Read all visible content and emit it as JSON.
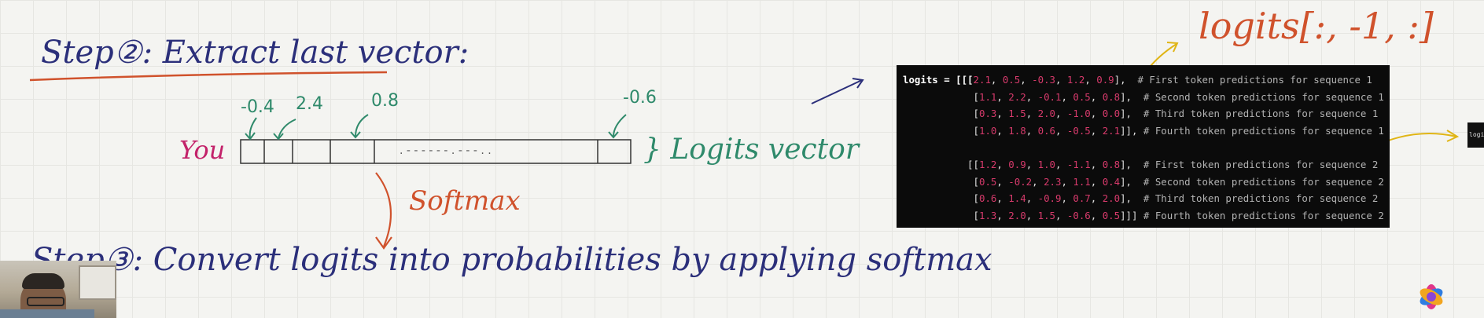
{
  "whiteboard": {
    "step2_heading": "Step②: Extract last vector:",
    "step3_heading": "Step③: Convert logits into probabilities by applying softmax",
    "token_label": "You",
    "logits_vector_label": "} Logits vector",
    "softmax_label": "Softmax",
    "logits_index_label": "logits[:, -1, :]",
    "vector_values": [
      "-0.4",
      "2.4",
      "0.8",
      "-0.6"
    ],
    "vector_dots": ". - - - - - - . - - - . ."
  },
  "code_panel": {
    "side_chip_text": "logi",
    "lines": [
      {
        "prefix": "logits = [[[",
        "nums": [
          "2.1",
          "0.5",
          "-0.3",
          "1.2",
          "0.9"
        ],
        "suffix": "],  ",
        "comment": "# First token predictions for sequence 1"
      },
      {
        "prefix": "            [",
        "nums": [
          "1.1",
          "2.2",
          "-0.1",
          "0.5",
          "0.8"
        ],
        "suffix": "],  ",
        "comment": "# Second token predictions for sequence 1"
      },
      {
        "prefix": "            [",
        "nums": [
          "0.3",
          "1.5",
          "2.0",
          "-1.0",
          "0.0"
        ],
        "suffix": "],  ",
        "comment": "# Third token predictions for sequence 1"
      },
      {
        "prefix": "            [",
        "nums": [
          "1.0",
          "1.8",
          "0.6",
          "-0.5",
          "2.1"
        ],
        "suffix": "]], ",
        "comment": "# Fourth token predictions for sequence 1"
      },
      {
        "prefix": "",
        "nums": [],
        "suffix": "",
        "comment": ""
      },
      {
        "prefix": "           [[",
        "nums": [
          "1.2",
          "0.9",
          "1.0",
          "-1.1",
          "0.8"
        ],
        "suffix": "],  ",
        "comment": "# First token predictions for sequence 2"
      },
      {
        "prefix": "            [",
        "nums": [
          "0.5",
          "-0.2",
          "2.3",
          "1.1",
          "0.4"
        ],
        "suffix": "],  ",
        "comment": "# Second token predictions for sequence 2"
      },
      {
        "prefix": "            [",
        "nums": [
          "0.6",
          "1.4",
          "-0.9",
          "0.7",
          "2.0"
        ],
        "suffix": "],  ",
        "comment": "# Third token predictions for sequence 2"
      },
      {
        "prefix": "            [",
        "nums": [
          "1.3",
          "2.0",
          "1.5",
          "-0.6",
          "0.5"
        ],
        "suffix": "]]] ",
        "comment": "# Fourth token predictions for sequence 2"
      }
    ]
  },
  "colors": {
    "ink_blue": "#2b2f7a",
    "ink_red": "#d0522c",
    "ink_green": "#2f8a6b",
    "ink_magenta": "#c3226a",
    "highlight_yellow": "#e0b516",
    "code_bg": "#0b0b0b",
    "code_number": "#d63a6b"
  }
}
